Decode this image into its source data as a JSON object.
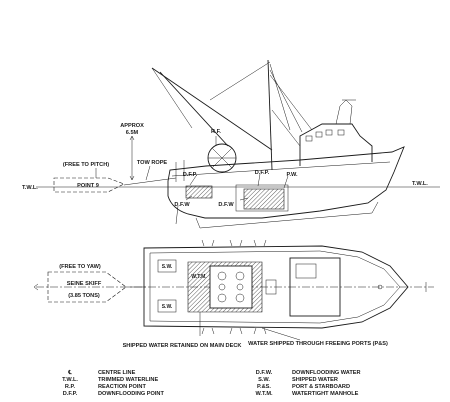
{
  "side_view": {
    "approx_label": "APPROX",
    "approx_value": "6.5M",
    "rf_label": "R.F.",
    "free_to_pitch": "(FREE TO PITCH)",
    "point_label": "POINT 9",
    "tow_rope": "TOW ROPE",
    "twl_left": "T.W.L.",
    "twl_right": "T.W.L.",
    "dfp_left": "D.F.P.",
    "dfp_right": "D.F.P.",
    "pw_label": "P.W.",
    "dfw_left": "D.F.W",
    "dfw_right": "D.F.W"
  },
  "plan_view": {
    "free_to_yaw": "(FREE TO YAW)",
    "seine_skiff": "SEINE SKIFF",
    "skiff_tons": "(3.85 TONS)",
    "sw_upper": "S.W.",
    "sw_lower": "S.W.",
    "wtm_label": "W.T.M.",
    "shipped_water_retained": "SHIPPED WATER RETAINED ON MAIN DECK",
    "water_shipped_ports": "WATER SHIPPED THROUGH FREEING PORTS (P&S)"
  },
  "legend": {
    "left": [
      {
        "abbr": "℄",
        "def": "CENTRE LINE"
      },
      {
        "abbr": "T.W.L.",
        "def": "TRIMMED WATERLINE"
      },
      {
        "abbr": "R.P.",
        "def": "REACTION POINT"
      },
      {
        "abbr": "D.F.P.",
        "def": "DOWNFLOODING POINT"
      }
    ],
    "right": [
      {
        "abbr": "D.F.W.",
        "def": "DOWNFLOODING WATER"
      },
      {
        "abbr": "S.W.",
        "def": "SHIPPED WATER"
      },
      {
        "abbr": "P.&S.",
        "def": "PORT & STARBOARD"
      },
      {
        "abbr": "W.T.M.",
        "def": "WATERTIGHT MANHOLE"
      }
    ]
  }
}
